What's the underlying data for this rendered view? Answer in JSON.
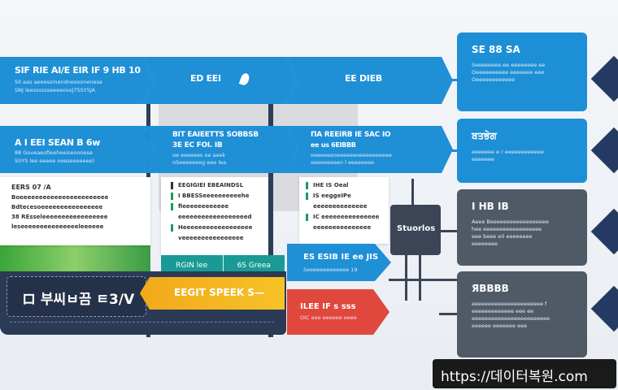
{
  "row1": [
    {
      "title": "SIF RIE AI/E EIR IF 9 HB 10",
      "lines": [
        "SII aas aeeessmendnesoonenese",
        "SNJ leesssssseeeeoseJ7SSYSJA"
      ]
    },
    {
      "title": "ED EEI",
      "icon": "leaf-icon"
    },
    {
      "title": "EE DIEB"
    }
  ],
  "row2": [
    {
      "title": "A I EEI SEAN B 6w",
      "lines": [
        "88 Goveaeofieeheeiseoonese",
        "SSYS lee eeeee ooeseeeeeee)"
      ]
    },
    {
      "title": "BIT EAIEETTS SOBBSB",
      "sub": "3E EC FOI. IB",
      "lines": [
        "oe eeeeees ee aeek",
        "oSeeeeeeeg eee lea"
      ]
    },
    {
      "title": "ΠΑ REEIRB IE SAC IO",
      "sub": "ee us 6EIBBB",
      "lines": [
        "oeeeeeeoeeeeeeoeeeeeeeeee",
        "oeeeeeeeen l eeeeeeee"
      ]
    }
  ],
  "cards": {
    "left": {
      "title": "EERS 07 /A",
      "lines": [
        "Boeeeeeeeeeeeeeeeeeeeeeee",
        "Bdtecesoeeeeeeeeeeeeeeee",
        "38 REsseleeeeeeeeeeeeeeeee",
        "leseeeeeeeeeeeeeeeleeeeee"
      ]
    },
    "middle": {
      "title": "EEGIGIEI EBEAINDSL",
      "lines": [
        "I BBESSeeeeeeeeeehe",
        "fieeeeeeeeeeee",
        "eeeeeeeeeeeeeeeeeed",
        "Heeeeeeeeeeeeeeeeee",
        "veeeeeeeeeeeeeeee"
      ]
    },
    "right": {
      "title": "IHE IS Oeal",
      "lines": [
        "IS eeggeIPe",
        "eeeeeeeeeeeeee",
        "IC eeeeeeeeeeeeeee",
        "eeeeeeeeeeeeeee"
      ]
    }
  },
  "teal": [
    "RGIN lee",
    "6S Greea"
  ],
  "panel_title": "ロ 부씨ㅂ끔 ㅌ3/V",
  "yellow_arrow": "EEGIT SPEEK S—",
  "blue_arrow": {
    "title": "ES ESIB IE ee JIS",
    "sub": "Seeeeeeeeeeeee 19"
  },
  "red_arrow": {
    "title": "ILEE IF s sss",
    "sub": "OIC eee eeeeee eeee"
  },
  "node_label": "Stuorlos",
  "right_cards": [
    {
      "title": "SE 88 SA",
      "lines": [
        "Seeeeeeee ee eeeeeeee ee",
        "Oeeeeeeeeee eeeeeee eee",
        "Oeeeeeeeeeeee"
      ],
      "color": "#1d8fd6"
    },
    {
      "title": "ਬਤਭੇਗ",
      "lines": [
        "eeeeeee e r eeeeeeeeeeee",
        "eeeeeee"
      ],
      "color": "#1d8fd6"
    },
    {
      "title": "I HB IB",
      "lines": [
        "Aeee Beeeeeeeeeeeeeeeeee",
        "hee eeeeeeeeeeeeeeeeee",
        "eee beee e0 eeeeeeee",
        "eeeeeeee"
      ],
      "color": "#505a67"
    },
    {
      "title": "ЯBBBB",
      "lines": [
        "eeeeeeeeeeeeeeeeeeeeee f",
        "eeeeeeeeeeeee eee ee",
        "eeeeeeeeeeeeeeeeeeeeeeee",
        "eeeeee eeeeeee eee"
      ],
      "color": "#505a67"
    }
  ],
  "watermark": "https://데이터복원.com"
}
